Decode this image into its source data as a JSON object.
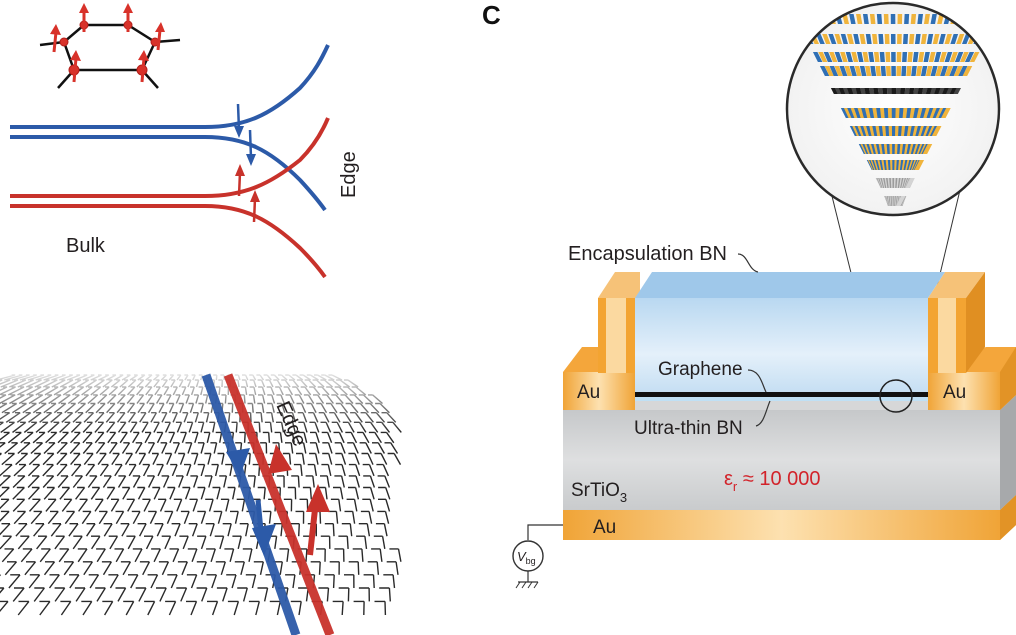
{
  "figure": {
    "panel_c_letter": "C",
    "top_left": {
      "bulk_label": "Bulk",
      "edge_label": "Edge"
    },
    "bottom_left": {
      "edge_label": "Edge"
    },
    "device": {
      "encapsulation_label": "Encapsulation BN",
      "graphene_label": "Graphene",
      "ultrathin_label": "Ultra-thin BN",
      "substrate_label": "SrTiO",
      "substrate_subscript": "3",
      "permittivity_symbol": "ε",
      "permittivity_subscript": "r",
      "permittivity_value": " ≈ 10 000",
      "left_contact_label": "Au",
      "right_contact_label": "Au",
      "gate_label": "Au",
      "voltage_symbol": "V",
      "voltage_subscript": "bg"
    },
    "colors": {
      "spin_down_blue": "#2c5aa8",
      "spin_up_red": "#c8322b",
      "gold": "#f5b13a",
      "encapsulation_bn": "#a8ceed",
      "srtio3_gray": "#cfd1d2",
      "permittivity_text": "#d2232a"
    }
  }
}
